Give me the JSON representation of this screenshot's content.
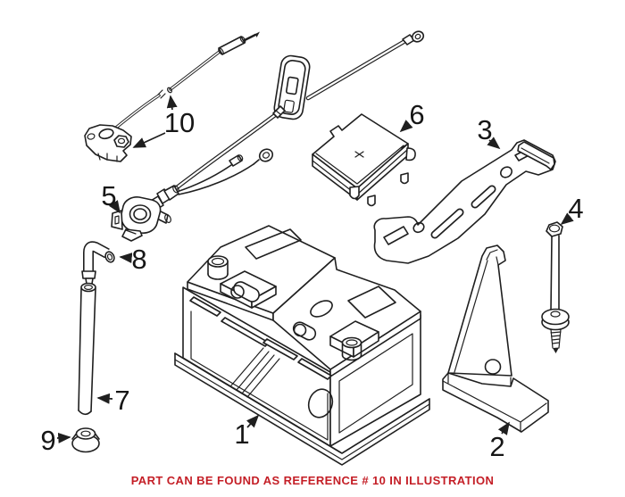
{
  "page": {
    "background": "#ffffff"
  },
  "illustration": {
    "line_color": "#1f1f1f",
    "callouts": [
      {
        "ref": "1"
      },
      {
        "ref": "2"
      },
      {
        "ref": "3"
      },
      {
        "ref": "4"
      },
      {
        "ref": "5"
      },
      {
        "ref": "6"
      },
      {
        "ref": "7"
      },
      {
        "ref": "8"
      },
      {
        "ref": "9"
      },
      {
        "ref": "10"
      }
    ]
  },
  "caption": {
    "text": "PART CAN BE FOUND AS REFERENCE # 10 IN ILLUSTRATION",
    "color": "#c41e26"
  }
}
